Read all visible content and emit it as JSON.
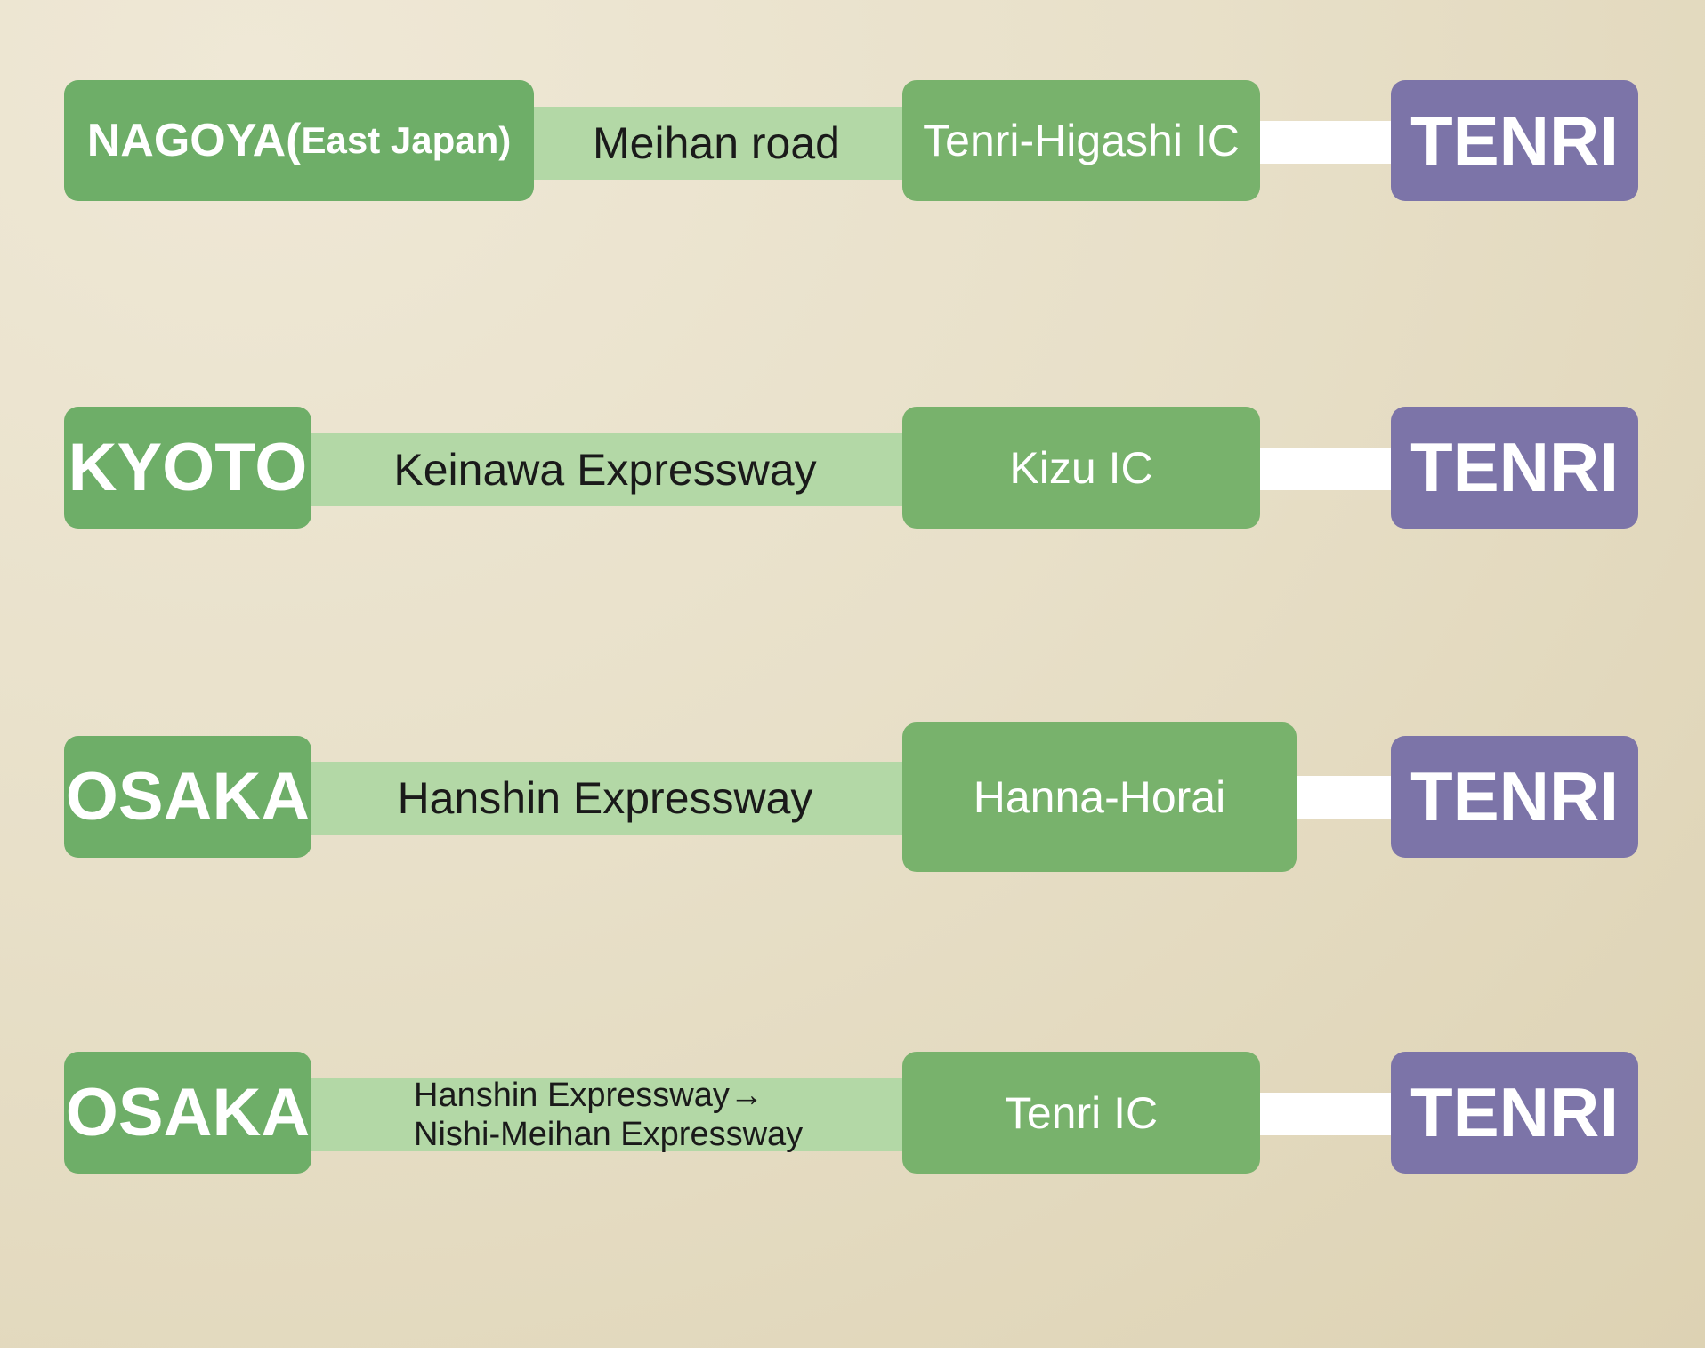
{
  "routes": [
    {
      "origin": "NAGOYA(",
      "origin_note": "East Japan)",
      "road": "Meihan road",
      "interchange": "Tenri-Higashi IC",
      "destination": "TENRI"
    },
    {
      "origin": "KYOTO",
      "road": "Keinawa Expressway",
      "interchange": "Kizu IC",
      "destination": "TENRI"
    },
    {
      "origin": "OSAKA",
      "road": "Hanshin Expressway",
      "interchange": "Hanna-Horai",
      "destination": "TENRI"
    },
    {
      "origin": "OSAKA",
      "road_lines": [
        "Hanshin Expressway→",
        "Nishi-Meihan Expressway"
      ],
      "interchange": "Tenri IC",
      "destination": "TENRI"
    }
  ],
  "colors": {
    "origin_green": "#6eae68",
    "road_light_green": "#b3d8a6",
    "interchange_green": "#78b26c",
    "destination_purple": "#7c74a8",
    "connector_white": "#ffffff"
  }
}
